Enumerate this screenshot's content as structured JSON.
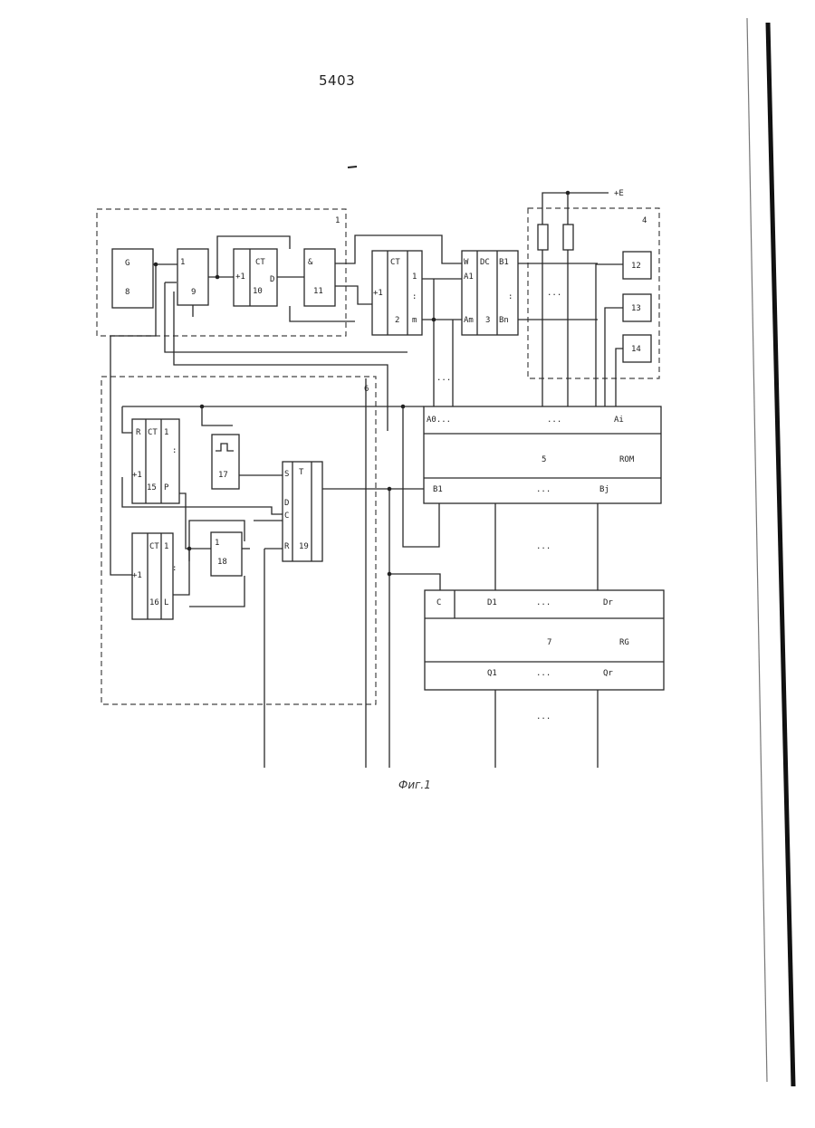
{
  "page_number": "5403",
  "caption": "Фиг.1",
  "supply_label": "+E",
  "blocks": {
    "gen": {
      "sym": "G",
      "num": "8"
    },
    "or9": {
      "sym": "1",
      "num": "9"
    },
    "ct10": {
      "sym": "CT",
      "num": "10",
      "in": "+1",
      "out": "D"
    },
    "and11": {
      "sym": "&",
      "num": "11"
    },
    "ct2": {
      "sym": "CT",
      "num": "2",
      "in": "+1",
      "out1": "1",
      "outm": "m"
    },
    "dc3": {
      "sym": "DC",
      "num": "3",
      "in_w": "W",
      "in_a1": "A1",
      "in_am": "Am",
      "out_b1": "B1",
      "out_bn": "Bn"
    },
    "block12": {
      "num": "12"
    },
    "block13": {
      "num": "13"
    },
    "block14": {
      "num": "14"
    },
    "ct15": {
      "sym": "CT",
      "num": "15",
      "r": "R",
      "in": "+1",
      "out1": "1",
      "outp": "P"
    },
    "ct16": {
      "sym": "CT",
      "num": "16",
      "in": "+1",
      "out1": "1",
      "outl": "L"
    },
    "mono17": {
      "num": "17"
    },
    "or18": {
      "sym": "1",
      "num": "18"
    },
    "trig19": {
      "sym": "T",
      "num": "19",
      "s": "S",
      "d": "D",
      "c": "C",
      "r": "R"
    },
    "rom5": {
      "sym": "ROM",
      "num": "5",
      "a0": "A0...",
      "ai": "Ai",
      "b1": "B1",
      "bj": "Bj",
      "dots": "..."
    },
    "rg7": {
      "sym": "RG",
      "num": "7",
      "c": "C",
      "d1": "D1",
      "dr": "Dr",
      "q1": "Q1",
      "qr": "Qr"
    }
  },
  "group_labels": {
    "g1": "1",
    "g4": "4",
    "g6": "6"
  },
  "dots": "...",
  "vdots": ":"
}
